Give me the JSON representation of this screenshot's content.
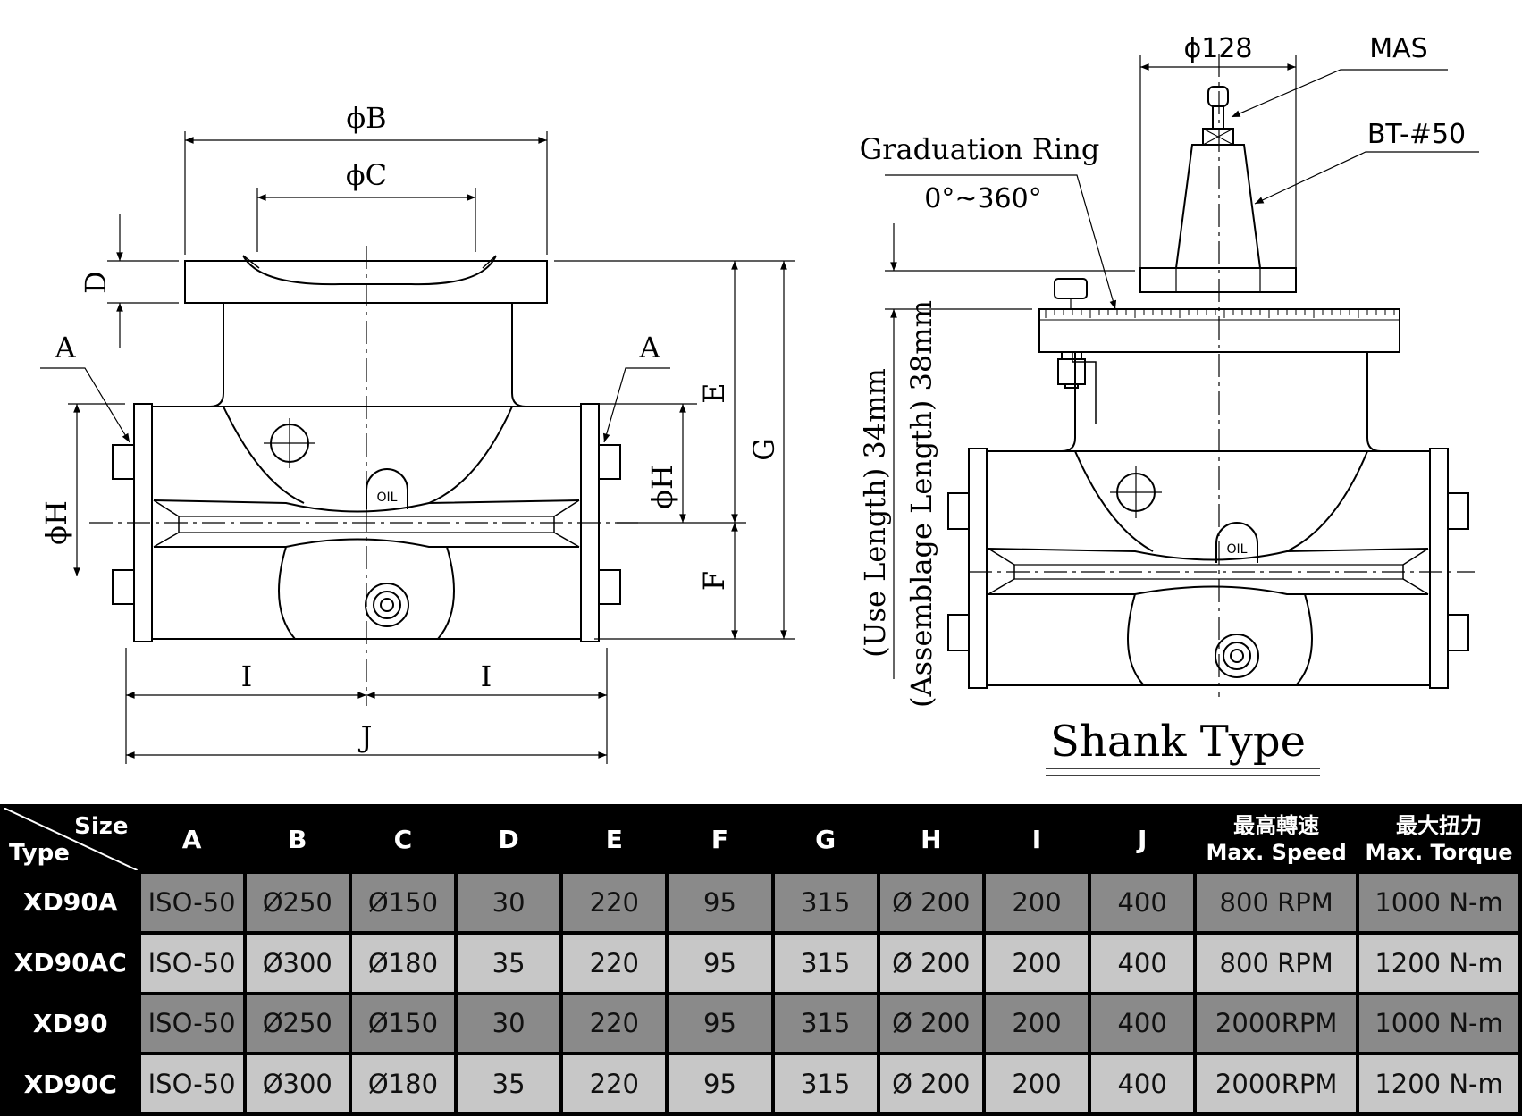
{
  "drawing": {
    "left_view": {
      "dim_phiB": "ϕB",
      "dim_phiC": "ϕC",
      "dim_D": "D",
      "dim_A_left": "A",
      "dim_A_right": "A",
      "dim_phiH_left": "ϕH",
      "dim_phiH_right": "ϕH",
      "dim_E": "E",
      "dim_G": "G",
      "dim_F": "F",
      "dim_I_left": "I",
      "dim_I_right": "I",
      "dim_J": "J",
      "oil_label": "OIL"
    },
    "right_view": {
      "dim_phi128": "ϕ128",
      "mas_label": "MAS",
      "bt_label": "BT-#50",
      "graduation_ring": "Graduation Ring",
      "graduation_range": "0°~360°",
      "use_length": "(Use Length) 34mm",
      "assemblage_length": "(Assemblage Length) 38mm",
      "oil_label": "OIL",
      "title": "Shank Type"
    }
  },
  "table": {
    "corner_size": "Size",
    "corner_type": "Type",
    "headers": [
      "A",
      "B",
      "C",
      "D",
      "E",
      "F",
      "G",
      "H",
      "I",
      "J"
    ],
    "speed_header_cn": "最高轉速",
    "speed_header_en": "Max. Speed",
    "torque_header_cn": "最大扭力",
    "torque_header_en": "Max. Torque",
    "rows": [
      {
        "type": "XD90A",
        "cells": [
          "ISO-50",
          "Ø250",
          "Ø150",
          "30",
          "220",
          "95",
          "315",
          "Ø 200",
          "200",
          "400",
          "800 RPM",
          "1000 N-m"
        ]
      },
      {
        "type": "XD90AC",
        "cells": [
          "ISO-50",
          "Ø300",
          "Ø180",
          "35",
          "220",
          "95",
          "315",
          "Ø 200",
          "200",
          "400",
          "800 RPM",
          "1200 N-m"
        ]
      },
      {
        "type": "XD90",
        "cells": [
          "ISO-50",
          "Ø250",
          "Ø150",
          "30",
          "220",
          "95",
          "315",
          "Ø 200",
          "200",
          "400",
          "2000RPM",
          "1000 N-m"
        ]
      },
      {
        "type": "XD90C",
        "cells": [
          "ISO-50",
          "Ø300",
          "Ø180",
          "35",
          "220",
          "95",
          "315",
          "Ø 200",
          "200",
          "400",
          "2000RPM",
          "1200 N-m"
        ]
      }
    ]
  }
}
